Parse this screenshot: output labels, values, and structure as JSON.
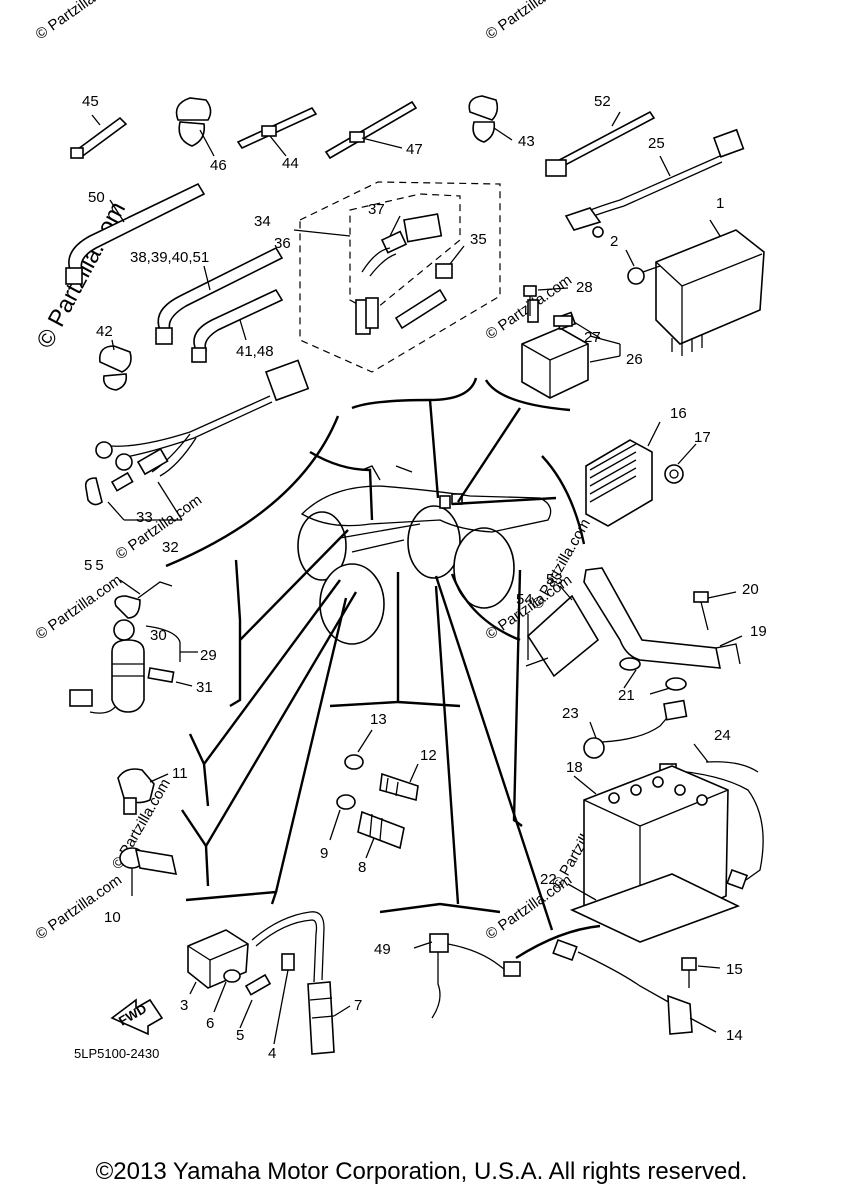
{
  "diagram": {
    "copyright": "©2013 Yamaha Motor Corporation, U.S.A. All rights reserved.",
    "diagram_code": "5LP5100-2430",
    "fwd_label": "FWD",
    "watermark_main": "© Partzilla.com",
    "watermark_small": "© Partzilla.com",
    "callouts": {
      "p1": "1",
      "p2": "2",
      "p3": "3",
      "p4": "4",
      "p5": "5",
      "p6": "6",
      "p7": "7",
      "p8": "8",
      "p9": "9",
      "p10": "10",
      "p11": "11",
      "p12": "12",
      "p13": "13",
      "p14": "14",
      "p15": "15",
      "p16": "16",
      "p17": "17",
      "p18": "18",
      "p19": "19",
      "p20": "20",
      "p21": "21",
      "p22": "22",
      "p23": "23",
      "p24": "24",
      "p25": "25",
      "p26": "26",
      "p27": "27",
      "p28": "28",
      "p29": "29",
      "p30": "30",
      "p31": "31",
      "p32": "32",
      "p33": "33",
      "p34": "34",
      "p35": "35",
      "p36": "36",
      "p37": "37",
      "p38": "38,39,40,51",
      "p41": "41,48",
      "p42": "42",
      "p43": "43",
      "p44": "44",
      "p45": "45",
      "p46": "46",
      "p47": "47",
      "p49": "49",
      "p50": "50",
      "p52": "52",
      "p53": "53",
      "p54": "54",
      "p55": "55"
    }
  }
}
